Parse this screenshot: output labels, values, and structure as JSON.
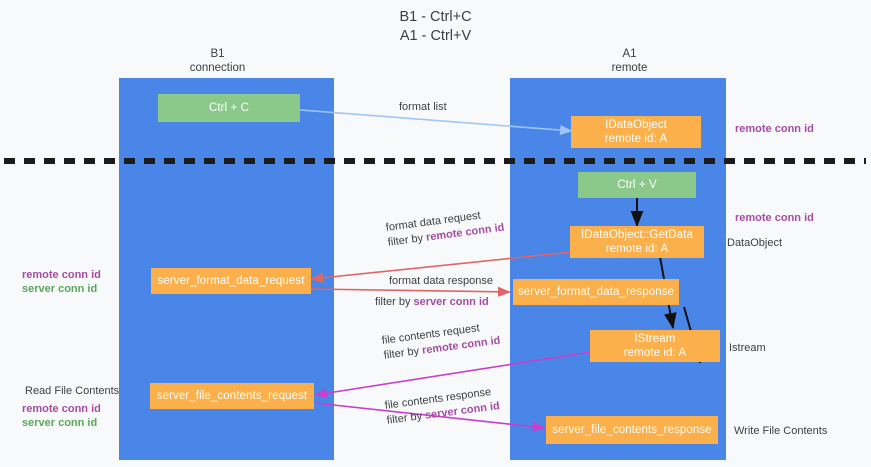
{
  "title": {
    "line1": "B1 - Ctrl+C",
    "line2": "A1 - Ctrl+V"
  },
  "colors": {
    "lane": "#4a86e8",
    "node_green": "#8bc98b",
    "node_orange": "#fbb04c",
    "accent_purple": "#a64ca6",
    "accent_green": "#5aa75a",
    "arrow_blue": "#9fc5f8",
    "arrow_red": "#e06666",
    "arrow_magenta": "#c840c8",
    "arrow_black": "#000000",
    "background": "#f8f9fb"
  },
  "lanes": [
    {
      "id": "b1",
      "title": "B1",
      "subtitle": "connection"
    },
    {
      "id": "a1",
      "title": "A1",
      "subtitle": "remote"
    }
  ],
  "nodes": [
    {
      "id": "ctrl-c",
      "line1": "Ctrl + C",
      "line2": "",
      "color": "green"
    },
    {
      "id": "idataobject",
      "line1": "IDataObject",
      "line2": "remote id: A",
      "color": "orange"
    },
    {
      "id": "ctrl-v",
      "line1": "Ctrl + V",
      "line2": "",
      "color": "green"
    },
    {
      "id": "idataobject-getdata",
      "line1": "IDataObject::GetData",
      "line2": "remote id: A",
      "color": "orange"
    },
    {
      "id": "server-format-data-request",
      "line1": "server_format_data_request",
      "line2": "",
      "color": "orange"
    },
    {
      "id": "server-format-data-response",
      "line1": "server_format_data_response",
      "line2": "",
      "color": "orange"
    },
    {
      "id": "istream",
      "line1": "IStream",
      "line2": "remote id: A",
      "color": "orange"
    },
    {
      "id": "server-file-contents-request",
      "line1": "server_file_contents_request",
      "line2": "",
      "color": "orange"
    },
    {
      "id": "server-file-contents-response",
      "line1": "server_file_contents_response",
      "line2": "",
      "color": "orange"
    }
  ],
  "edge_labels": {
    "format_list": "format list",
    "format_data_request": "format data request",
    "format_data_response": "format data response",
    "file_contents_request": "file contents request",
    "file_contents_response": "file contents response",
    "filter_by": "filter by",
    "remote_conn_id": "remote conn id",
    "server_conn_id": "server conn id"
  },
  "annotations": {
    "right_remote_conn_id_top": "remote conn id",
    "right_remote_conn_id_mid": "remote conn id",
    "right_dataobject": "DataObject",
    "right_istream": "Istream",
    "right_write_file_contents": "Write File Contents",
    "left_read_file_contents": "Read File Contents",
    "left_remote_conn_id_mid": "remote conn id",
    "left_server_conn_id_mid": "server conn id",
    "left_remote_conn_id_bottom": "remote conn id",
    "left_server_conn_id_bottom": "server conn id"
  }
}
